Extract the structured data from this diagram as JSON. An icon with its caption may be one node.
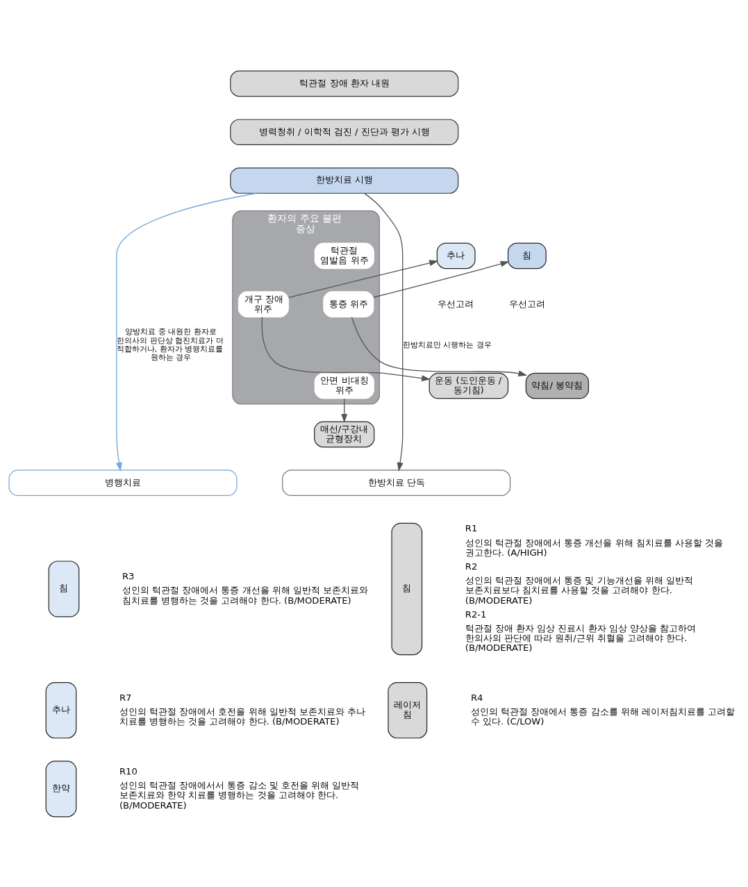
{
  "diagram": {
    "nodes": [
      {
        "text": [
          "턱관절 장애 환자 내원"
        ]
      },
      {
        "text": [
          "병력청취 / 이학적 검진 / 진단과 평가 시행"
        ]
      },
      {
        "text": [
          "한방치료 시행"
        ]
      },
      {
        "text": [
          "환자의 주요 불편 증상"
        ]
      },
      {
        "text": [
          "턱관절 염발음 위주"
        ],
        "in": 3
      },
      {
        "text": [
          "개구 장애 위주"
        ],
        "in": 3
      },
      {
        "text": [
          "안면 비대칭 위주"
        ],
        "in": 3
      },
      {
        "text": [
          "통증 위주"
        ],
        "in": 3
      },
      {
        "text": [
          "추나"
        ],
        "beside": [
          "우선고려"
        ]
      },
      {
        "text": [
          "운동 (도인운동 / 동기침)"
        ]
      },
      {
        "text": [
          "침"
        ],
        "beside": [
          "우선고려"
        ]
      },
      {
        "text": [
          "약침/ 봉약침"
        ]
      },
      {
        "text": [
          "매선/구강내 균형장치"
        ]
      },
      {
        "text": [
          "병행치료"
        ]
      },
      {
        "text": [
          "한방치료 단독"
        ]
      },
      {
        "text": [
          "침"
        ],
        "beside": [
          "R3",
          "성인의 턱관절 장애에서 통증 개선을 위해 일반적 보존치료와 침치료를 병행하는 것을 고려해야 한다. (B/MODERATE)"
        ]
      },
      {
        "text": [
          "추나"
        ],
        "beside": [
          "R7",
          "성인의 턱관절 장애에서 호전을 위해 일반적 보존치료와 추나 치료를 병행하는 것을 고려해야 한다. (B/MODERATE)"
        ]
      },
      {
        "text": [
          "한약"
        ],
        "beside": [
          "R10",
          "성인의 턱관절 장애에서서 통증 감소 및 호전을 위해 일반적 보존치료와 한약 치료를 병행하는 것을 고려해야 한다. (B/MODERATE)"
        ]
      },
      {
        "text": [
          "침"
        ],
        "beside": [
          "R1",
          "성인의 턱관절 장애에서 통증 개선을 위해 침치료를 사용할 것을 권고한다. (A/HIGH)",
          "R2",
          "성인의 턱관절 장애에서 통증 및 기능개선을 위해 일반적 보존치료보다 침치료를 사용할 것을 고려해야 한다. (B/MODERATE)",
          "R2-1",
          "턱관절 장애 환자 임상 진료시 환자 임상 양상을 참고하여 한의사의 판단에 따라 원취/근위 취혈을 고려해야 한다. (B/MODERATE)"
        ]
      },
      {
        "text": [
          "레이저 침"
        ],
        "beside": [
          "R4",
          "성인의 턱관절 장애에서 통증 감소를 위해 레이저침치료를 고려할 수 있다. (C/LOW)"
        ]
      }
    ],
    "edges": [
      {
        "from": 2,
        "to": 13,
        "arrow": "to",
        "label": "양방치료 중 내원한 환자로 한의사의 판단상 협진치료가 더 적합하거나, 환자가 병행치료를 원하는 경우",
        "color": "#6fa8dc"
      },
      {
        "from": 2,
        "to": 14,
        "arrow": "to",
        "label": "한방치료만 시행하는 경우"
      },
      {
        "from": 5,
        "to": 8,
        "arrow": "to"
      },
      {
        "from": 5,
        "to": 9,
        "arrow": "to"
      },
      {
        "from": 7,
        "to": 10,
        "arrow": "to"
      },
      {
        "from": 7,
        "to": 11,
        "arrow": "to"
      },
      {
        "from": 6,
        "to": 12,
        "arrow": "to"
      }
    ]
  }
}
